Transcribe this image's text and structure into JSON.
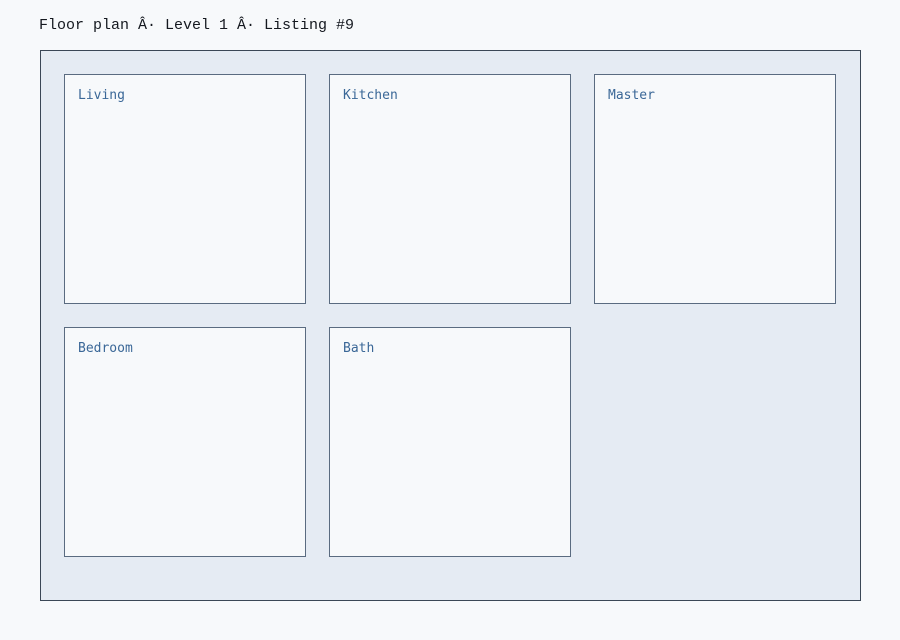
{
  "header": {
    "title": "Floor plan Â· Level 1 Â· Listing #9"
  },
  "rooms": [
    {
      "label": "Living"
    },
    {
      "label": "Kitchen"
    },
    {
      "label": "Master"
    },
    {
      "label": "Bedroom"
    },
    {
      "label": "Bath"
    }
  ]
}
